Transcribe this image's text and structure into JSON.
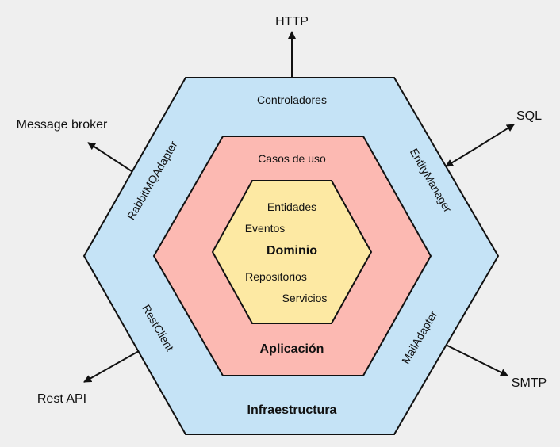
{
  "external": {
    "http": "HTTP",
    "sql": "SQL",
    "smtp": "SMTP",
    "rest_api": "Rest API",
    "message_broker": "Message broker"
  },
  "infraestructura": {
    "title": "Infraestructura",
    "controladores": "Controladores",
    "entity_manager": "EntityManager",
    "mail_adapter": "MailAdapter",
    "rest_client": "RestClient",
    "rabbit_adapter": "RabbitMQAdapter"
  },
  "aplicacion": {
    "title": "Aplicación",
    "casos_de_uso": "Casos de uso"
  },
  "dominio": {
    "title": "Dominio",
    "entidades": "Entidades",
    "eventos": "Eventos",
    "repositorios": "Repositorios",
    "servicios": "Servicios"
  },
  "colors": {
    "background": "#efefef",
    "infra_fill": "#c5e3f6",
    "app_fill": "#fcb9b2",
    "domain_fill": "#fde9a3",
    "stroke": "#111111"
  }
}
